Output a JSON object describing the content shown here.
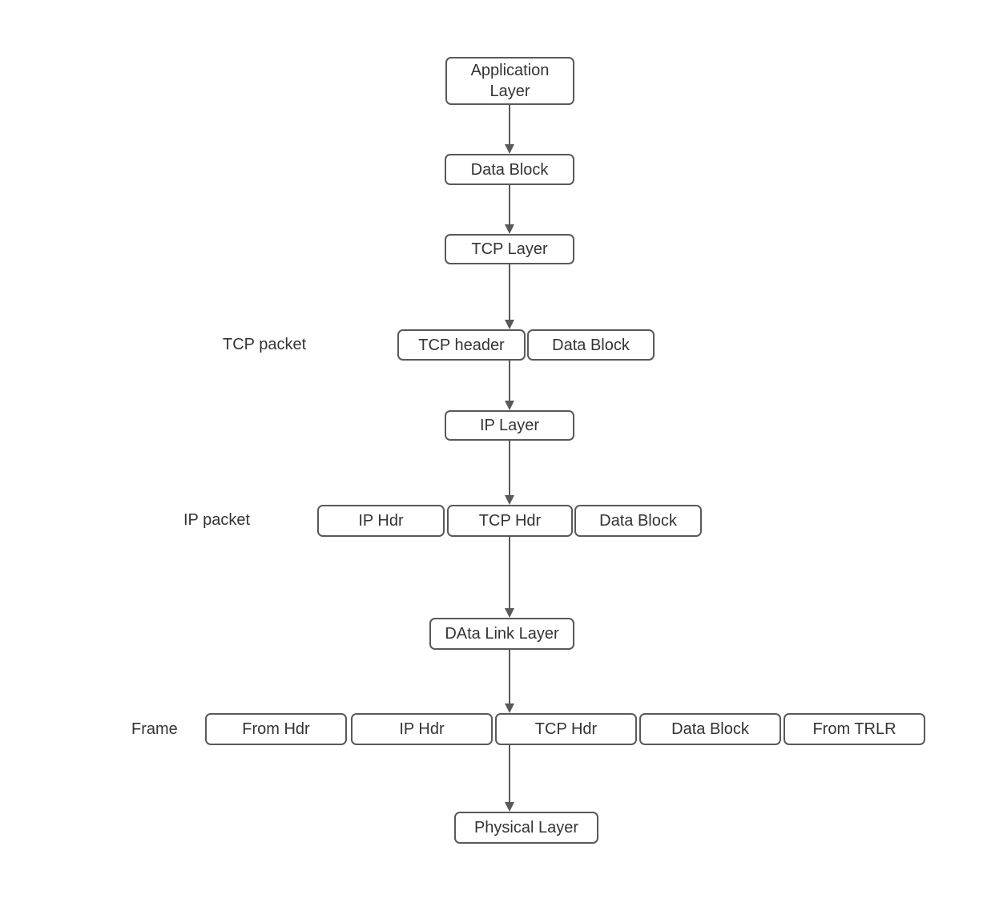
{
  "diagram": {
    "colors": {
      "stroke": "#595959",
      "text": "#333333",
      "background": "#ffffff"
    },
    "nodes": {
      "application_layer": "Application Layer",
      "data_block_1": "Data Block",
      "tcp_layer": "TCP Layer",
      "tcp_header": "TCP header",
      "tcp_data_block": "Data Block",
      "ip_layer": "IP Layer",
      "ip_hdr": "IP Hdr",
      "ip_tcp_hdr": "TCP Hdr",
      "ip_data_block": "Data Block",
      "data_link_layer": "DAta Link Layer",
      "frame_from_hdr": "From Hdr",
      "frame_ip_hdr": "IP Hdr",
      "frame_tcp_hdr": "TCP Hdr",
      "frame_data_block": "Data Block",
      "frame_from_trlr": "From TRLR",
      "physical_layer": "Physical Layer"
    },
    "row_labels": {
      "tcp_packet": "TCP packet",
      "ip_packet": "IP packet",
      "frame": "Frame"
    }
  }
}
